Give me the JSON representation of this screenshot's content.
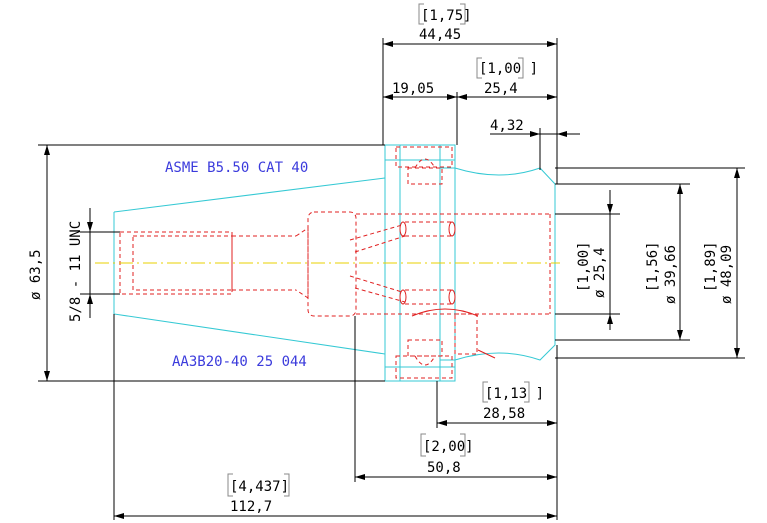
{
  "notes": {
    "spec": "ASME B5.50 CAT 40",
    "part": "AA3B20-40 25 044",
    "thread": "5/8 - 11 UNC"
  },
  "dims": {
    "top_overall_in": "[1,75]",
    "top_overall_mm": "44,45",
    "flange_mm": "19,05",
    "body_in": "[1,00 ]",
    "body_mm": "25,4",
    "step_mm": "4,32",
    "dia_outer_mm": "ø 63,5",
    "dia_bore_in": "[1,00]",
    "dia_bore_mm": "ø 25,4",
    "dia_mid_in": "[1,56]",
    "dia_mid_mm": "ø 39,66",
    "dia_body_in": "[1,89]",
    "dia_body_mm": "ø 48,09",
    "depth1_in": "[1,13 ]",
    "depth1_mm": "28,58",
    "depth2_in": "[2,00]",
    "depth2_mm": "50,8",
    "total_in": "[4,437]",
    "total_mm": "112,7"
  },
  "colors": {
    "outline": "#35c9d4",
    "hidden": "#e02020",
    "centerline": "#e8d000",
    "dimension": "#000000",
    "note": "#3b3bdc"
  }
}
